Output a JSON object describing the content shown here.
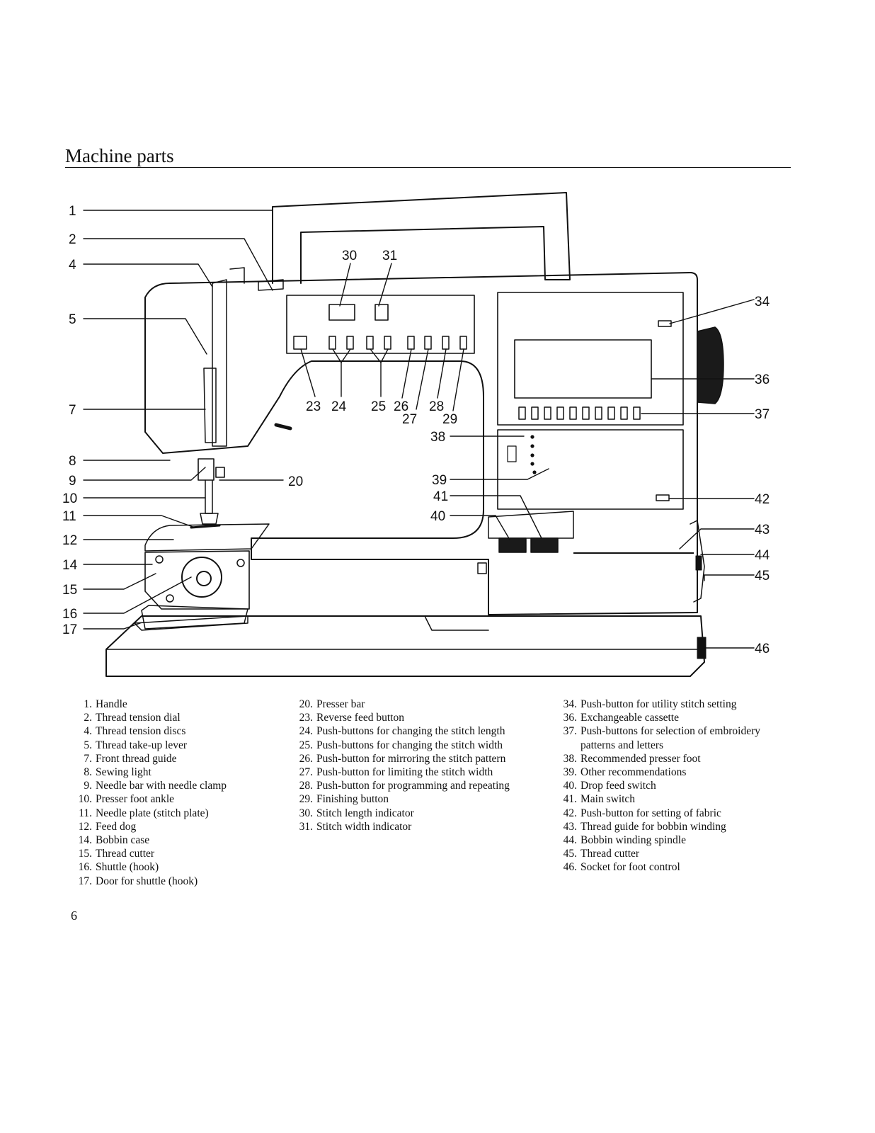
{
  "page": {
    "title": "Machine parts",
    "page_number": "6"
  },
  "callouts": [
    "1",
    "2",
    "4",
    "5",
    "7",
    "8",
    "9",
    "10",
    "11",
    "12",
    "14",
    "15",
    "16",
    "17",
    "20",
    "23",
    "24",
    "25",
    "26",
    "27",
    "28",
    "29",
    "30",
    "31",
    "34",
    "36",
    "37",
    "38",
    "39",
    "40",
    "41",
    "42",
    "43",
    "44",
    "45",
    "46"
  ],
  "legend": {
    "col1": [
      {
        "num": "1.",
        "text": "Handle"
      },
      {
        "num": "2.",
        "text": "Thread tension dial"
      },
      {
        "num": "4.",
        "text": "Thread tension discs"
      },
      {
        "num": "5.",
        "text": "Thread take-up lever"
      },
      {
        "num": "7.",
        "text": "Front thread guide"
      },
      {
        "num": "8.",
        "text": "Sewing light"
      },
      {
        "num": "9.",
        "text": "Needle bar with needle clamp"
      },
      {
        "num": "10.",
        "text": "Presser foot ankle"
      },
      {
        "num": "11.",
        "text": "Needle plate (stitch plate)"
      },
      {
        "num": "12.",
        "text": "Feed dog"
      },
      {
        "num": "14.",
        "text": "Bobbin case"
      },
      {
        "num": "15.",
        "text": "Thread cutter"
      },
      {
        "num": "16.",
        "text": "Shuttle (hook)"
      },
      {
        "num": "17.",
        "text": "Door for shuttle (hook)"
      }
    ],
    "col2": [
      {
        "num": "20.",
        "text": "Presser bar"
      },
      {
        "num": "23.",
        "text": "Reverse feed button"
      },
      {
        "num": "24.",
        "text": "Push-buttons for changing the stitch length"
      },
      {
        "num": "25.",
        "text": "Push-buttons for changing the stitch width"
      },
      {
        "num": "26.",
        "text": "Push-button for mirroring the stitch pattern"
      },
      {
        "num": "27.",
        "text": "Push-button for limiting the stitch width"
      },
      {
        "num": "28.",
        "text": "Push-button for programming and repeating"
      },
      {
        "num": "29.",
        "text": "Finishing button"
      },
      {
        "num": "30.",
        "text": "Stitch length indicator"
      },
      {
        "num": "31.",
        "text": "Stitch width indicator"
      }
    ],
    "col3": [
      {
        "num": "34.",
        "text": "Push-button for utility stitch setting"
      },
      {
        "num": "36.",
        "text": "Exchangeable cassette"
      },
      {
        "num": "37.",
        "text": "Push-buttons for selection of embroidery patterns and letters"
      },
      {
        "num": "38.",
        "text": "Recommended presser foot"
      },
      {
        "num": "39.",
        "text": "Other recommendations"
      },
      {
        "num": "40.",
        "text": "Drop feed switch"
      },
      {
        "num": "41.",
        "text": "Main switch"
      },
      {
        "num": "42.",
        "text": "Push-button for setting of fabric"
      },
      {
        "num": "43.",
        "text": "Thread guide for bobbin winding"
      },
      {
        "num": "44.",
        "text": "Bobbin winding spindle"
      },
      {
        "num": "45.",
        "text": "Thread cutter"
      },
      {
        "num": "46.",
        "text": "Socket for foot control"
      }
    ]
  }
}
